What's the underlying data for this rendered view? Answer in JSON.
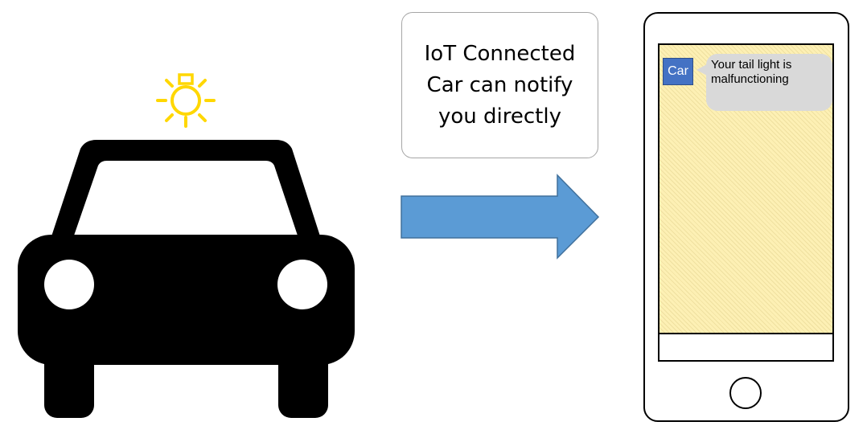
{
  "callout": {
    "text": "IoT Connected\nCar can notify\nyou directly"
  },
  "phone": {
    "sender_label": "Car",
    "message": "Your tail light is malfunctioning"
  },
  "colors": {
    "car": "#000000",
    "headlight": "#ffffff",
    "bulb": "#ffd700",
    "arrow_fill": "#5b9bd5",
    "arrow_stroke": "#41719c",
    "callout_border": "#a6a6a6",
    "screen_bg": "#fdf0b4",
    "avatar_bg": "#4472c4",
    "bubble_bg": "#d9d9d9"
  },
  "icons": {
    "car": "car-front-icon",
    "warning_light": "light-bulb-icon",
    "arrow": "right-arrow-icon",
    "phone": "smartphone-icon"
  }
}
